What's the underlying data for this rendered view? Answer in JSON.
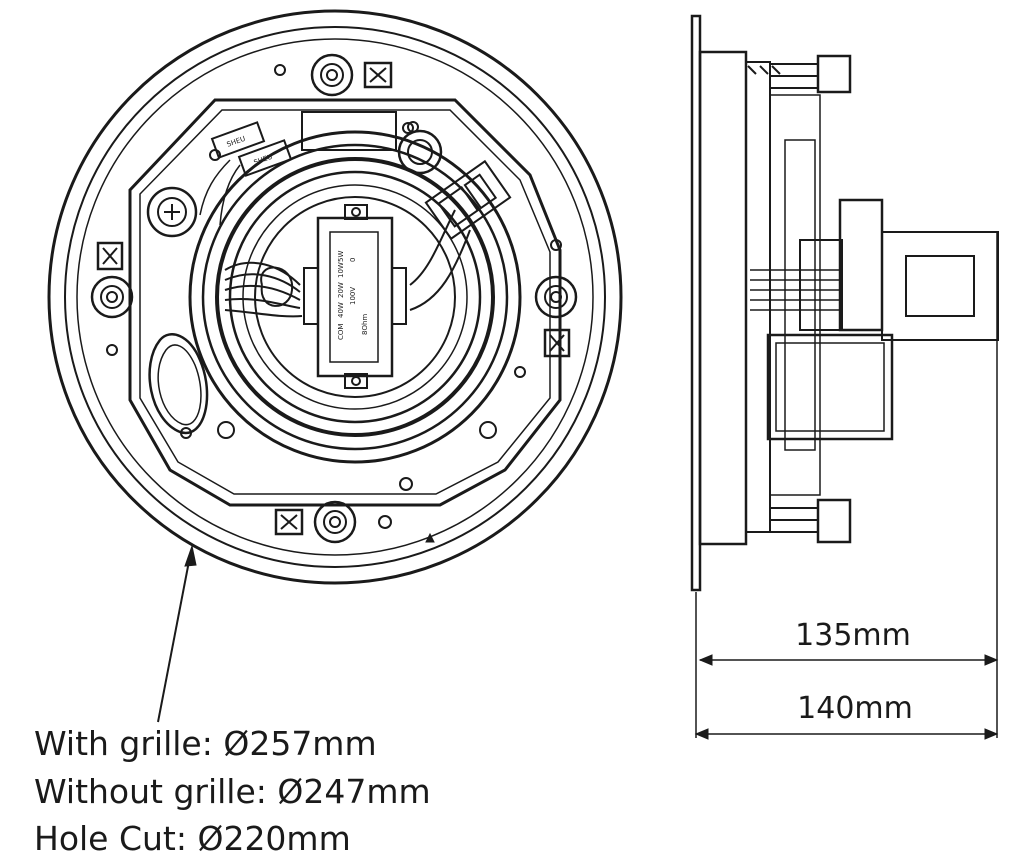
{
  "front_view": {
    "module_labels": [
      "SHEU",
      "SHEU"
    ],
    "transformer_taps": [
      "COM",
      "40W",
      "20W",
      "10W",
      "5W",
      "100V",
      "0",
      "8Ohm"
    ]
  },
  "side_view": {
    "dimension_inner": "135mm",
    "dimension_outer": "140mm"
  },
  "specs": {
    "with_grille": "With grille: Ø257mm",
    "without_grille": "Without grille: Ø247mm",
    "hole_cut": "Hole Cut: Ø220mm"
  },
  "colors": {
    "line": "#1a1a1a",
    "background": "#ffffff"
  }
}
